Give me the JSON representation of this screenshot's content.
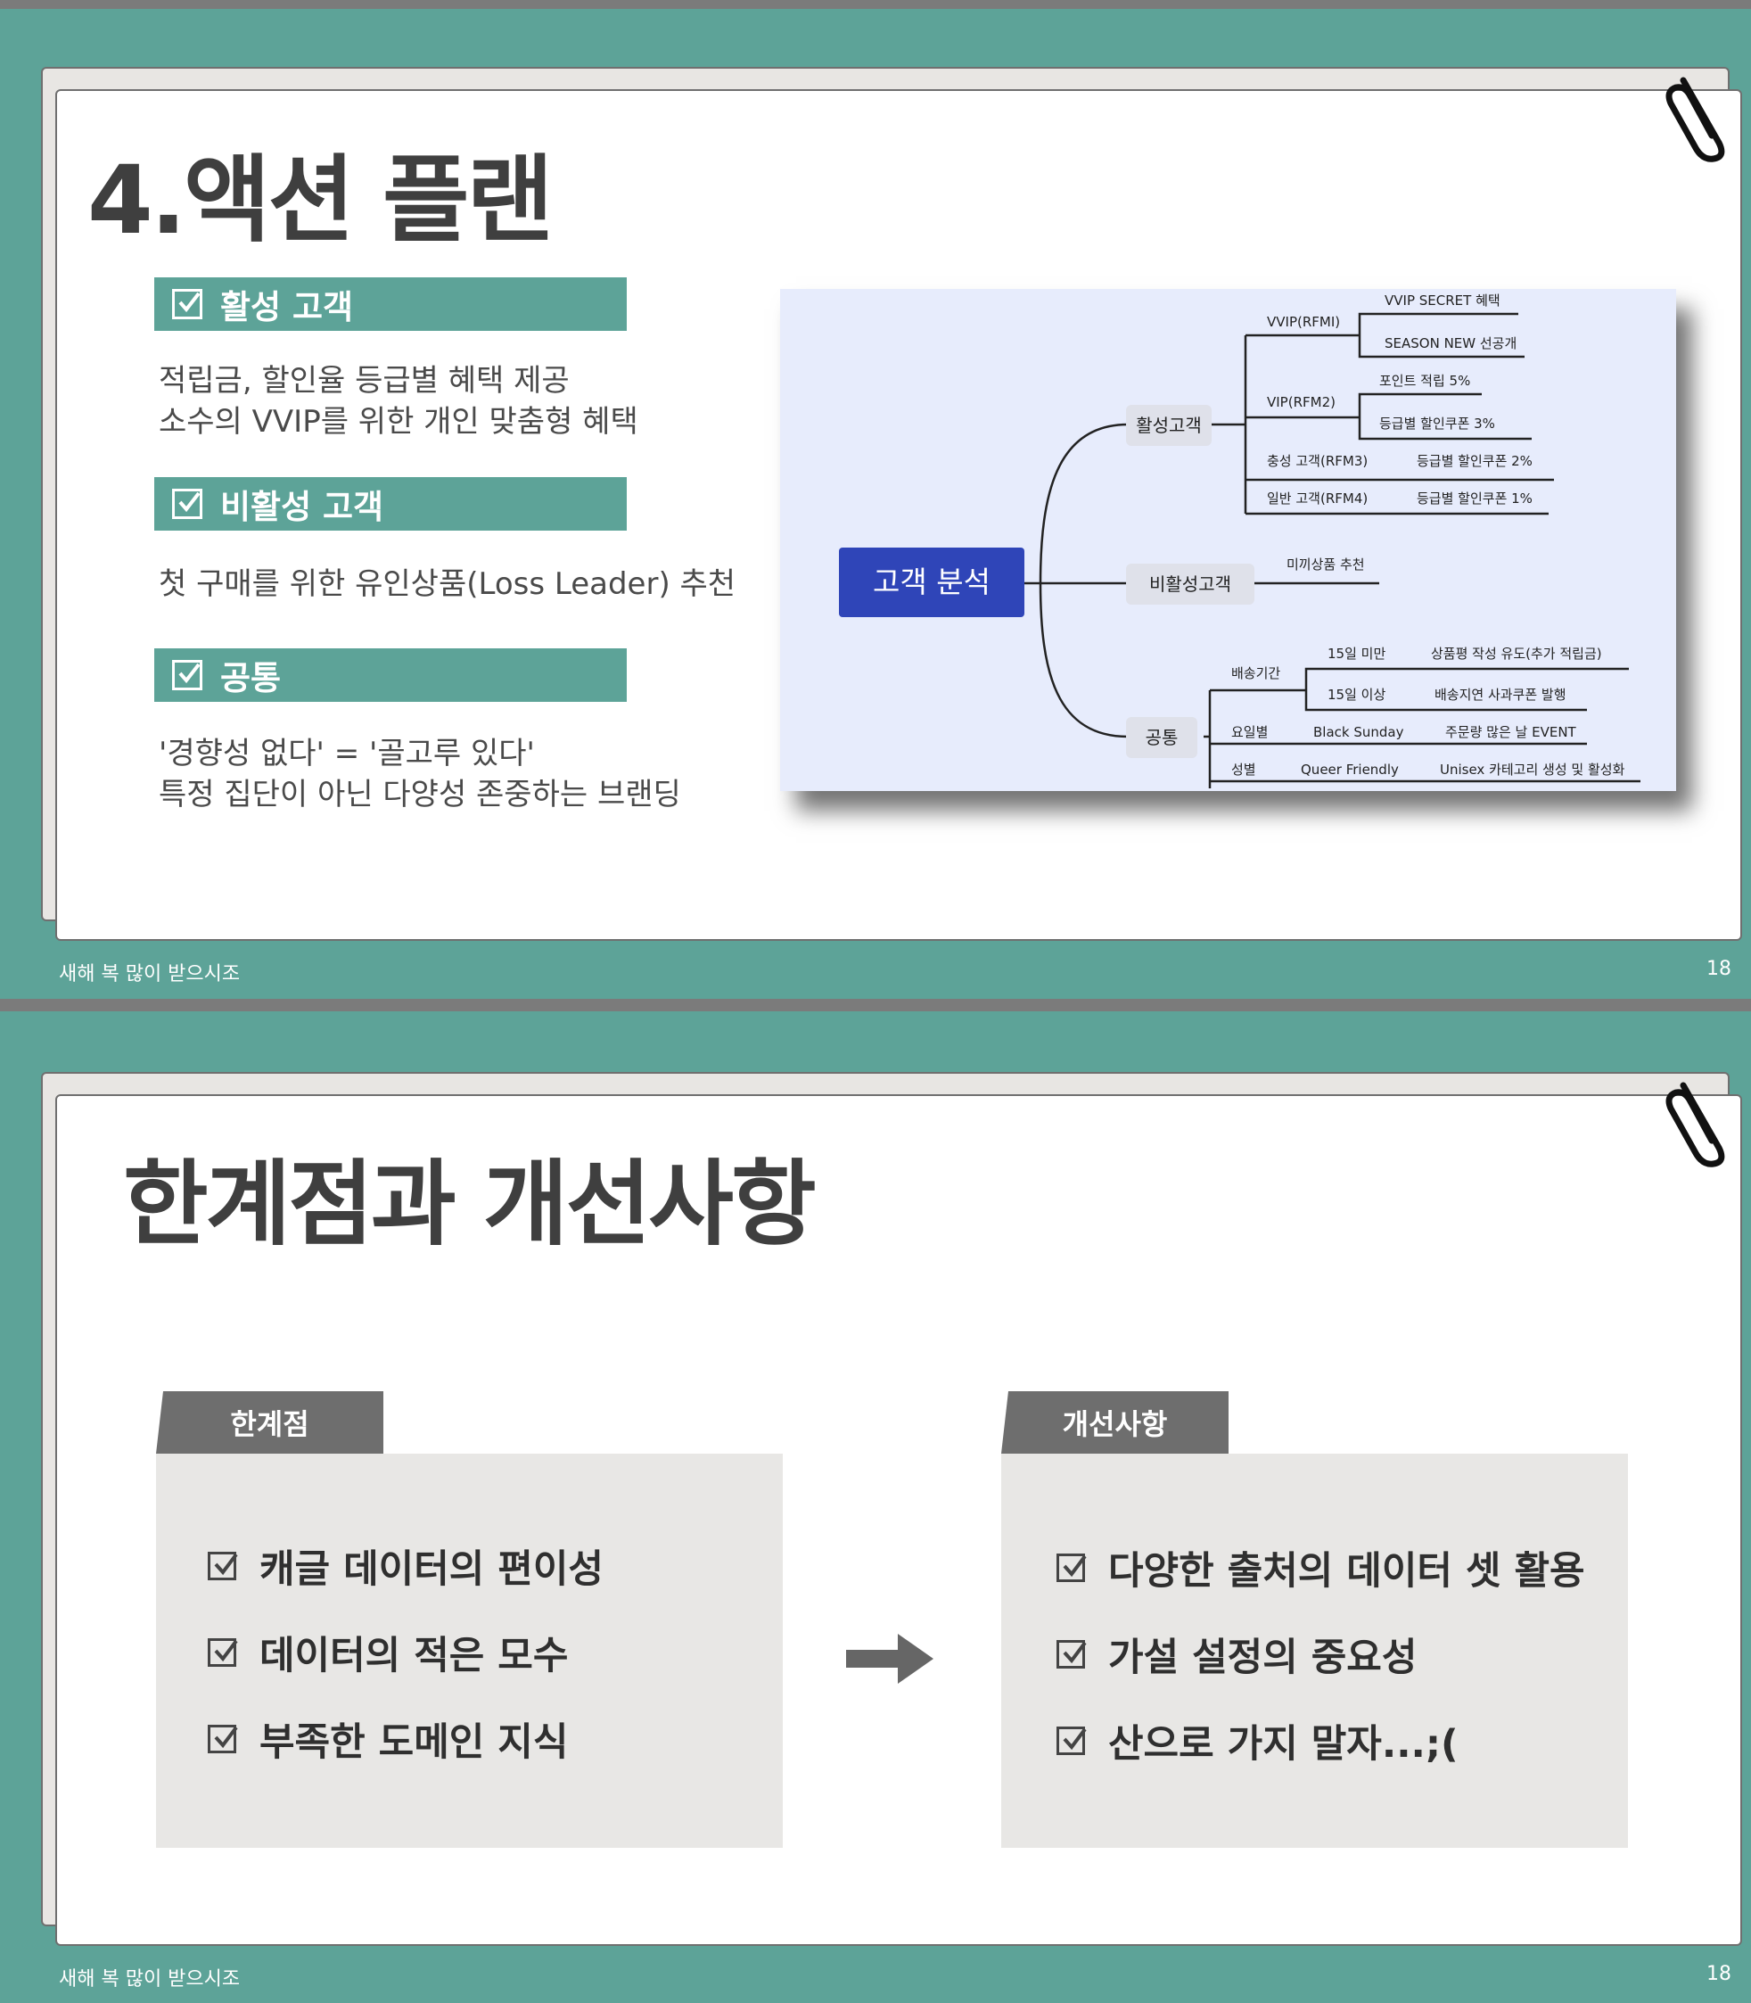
{
  "slide1": {
    "title": "4.액션 플랜",
    "footer_left": "새해 복 많이 받으시조",
    "footer_right": "18",
    "sections": [
      {
        "heading": "활성 고객",
        "lines": [
          "적립금, 할인율 등급별 혜택 제공",
          "소수의 VVIP를 위한 개인 맞춤형 혜택"
        ]
      },
      {
        "heading": "비활성 고객",
        "lines": [
          "첫 구매를 위한 유인상품(Loss  Leader) 추천"
        ]
      },
      {
        "heading": "공통",
        "lines": [
          "'경향성 없다' = '골고루 있다'",
          "특정 집단이 아닌 다양성 존중하는 브랜딩"
        ]
      }
    ],
    "mindmap": {
      "root": "고객 분석",
      "active": "활성고객",
      "vvip": "VVIP(RFMI)",
      "vvip_secret": "VVIP SECRET 혜택",
      "season_new": "SEASON NEW 선공개",
      "vip": "VIP(RFM2)",
      "point": "포인트 적립 5%",
      "coupon3": "등급별 할인쿠폰 3%",
      "loyal": "충성 고객(RFM3)",
      "coupon2": "등급별 할인쿠폰 2%",
      "normal": "일반 고객(RFM4)",
      "coupon1": "등급별 할인쿠폰 1%",
      "inactive": "비활성고객",
      "recommend": "미끼상품 추천",
      "common": "공통",
      "delivery": "배송기간",
      "under15": "15일 미만",
      "review": "상품평 작성 유도(추가 적립금)",
      "over15": "15일 이상",
      "delay_coupon": "배송지연 사과쿠폰 발행",
      "weekday": "요일별",
      "black_sunday": "Black Sunday",
      "event": "주문량 많은 날 EVENT",
      "gender": "성별",
      "queer": "Queer Friendly",
      "unisex": "Unisex 카테고리 생성 및 활성화"
    }
  },
  "slide2": {
    "title": "한계점과 개선사항",
    "footer_left": "새해 복 많이 받으시조",
    "footer_right": "18",
    "limits_tab": "한계점",
    "limits": [
      "캐글 데이터의 편이성",
      "데이터의 적은 모수",
      "부족한 도메인 지식"
    ],
    "improve_tab": "개선사항",
    "improvements": [
      "다양한 출처의 데이터 셋 활용",
      "가설 설정의 중요성",
      "산으로 가지 말자...;("
    ]
  },
  "colors": {
    "teal": "#5da398",
    "root_blue": "#2f45b8",
    "mindmap_bg": "#e7ecfc",
    "panel_tab": "#6e6e6e"
  }
}
